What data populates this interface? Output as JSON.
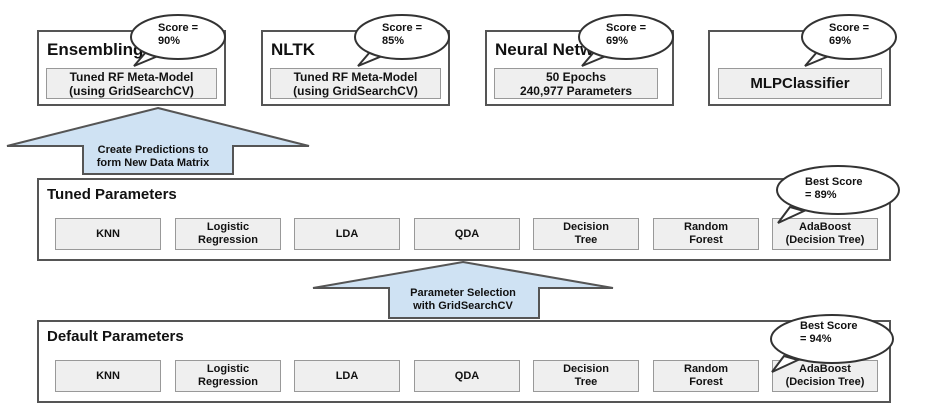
{
  "models": [
    {
      "title": "Ensembling",
      "detail": "Tuned RF Meta-Model\n(using GridSearchCV)",
      "score": "Score =\n90%"
    },
    {
      "title": "NLTK",
      "detail": "Tuned RF Meta-Model\n(using GridSearchCV)",
      "score": "Score =\n85%"
    },
    {
      "title": "Neural Network",
      "detail": "50 Epochs\n240,977 Parameters",
      "score": "Score =\n69%"
    },
    {
      "title": "",
      "detail": "MLPClassifier",
      "score": "Score =\n69%"
    }
  ],
  "arrows": {
    "top": "Create Predictions to\nform New Data Matrix",
    "middle": "Parameter Selection\nwith GridSearchCV"
  },
  "tuned": {
    "title": "Tuned Parameters",
    "best_score": "Best Score\n= 89%",
    "items": [
      "KNN",
      "Logistic\nRegression",
      "LDA",
      "QDA",
      "Decision\nTree",
      "Random\nForest",
      "AdaBoost\n(Decision Tree)"
    ]
  },
  "default": {
    "title": "Default Parameters",
    "best_score": "Best Score\n= 94%",
    "items": [
      "KNN",
      "Logistic\nRegression",
      "LDA",
      "QDA",
      "Decision\nTree",
      "Random\nForest",
      "AdaBoost\n(Decision Tree)"
    ]
  },
  "colors": {
    "arrow_fill": "#cfe2f3",
    "box_fill": "#efefef",
    "border": "#555555"
  }
}
